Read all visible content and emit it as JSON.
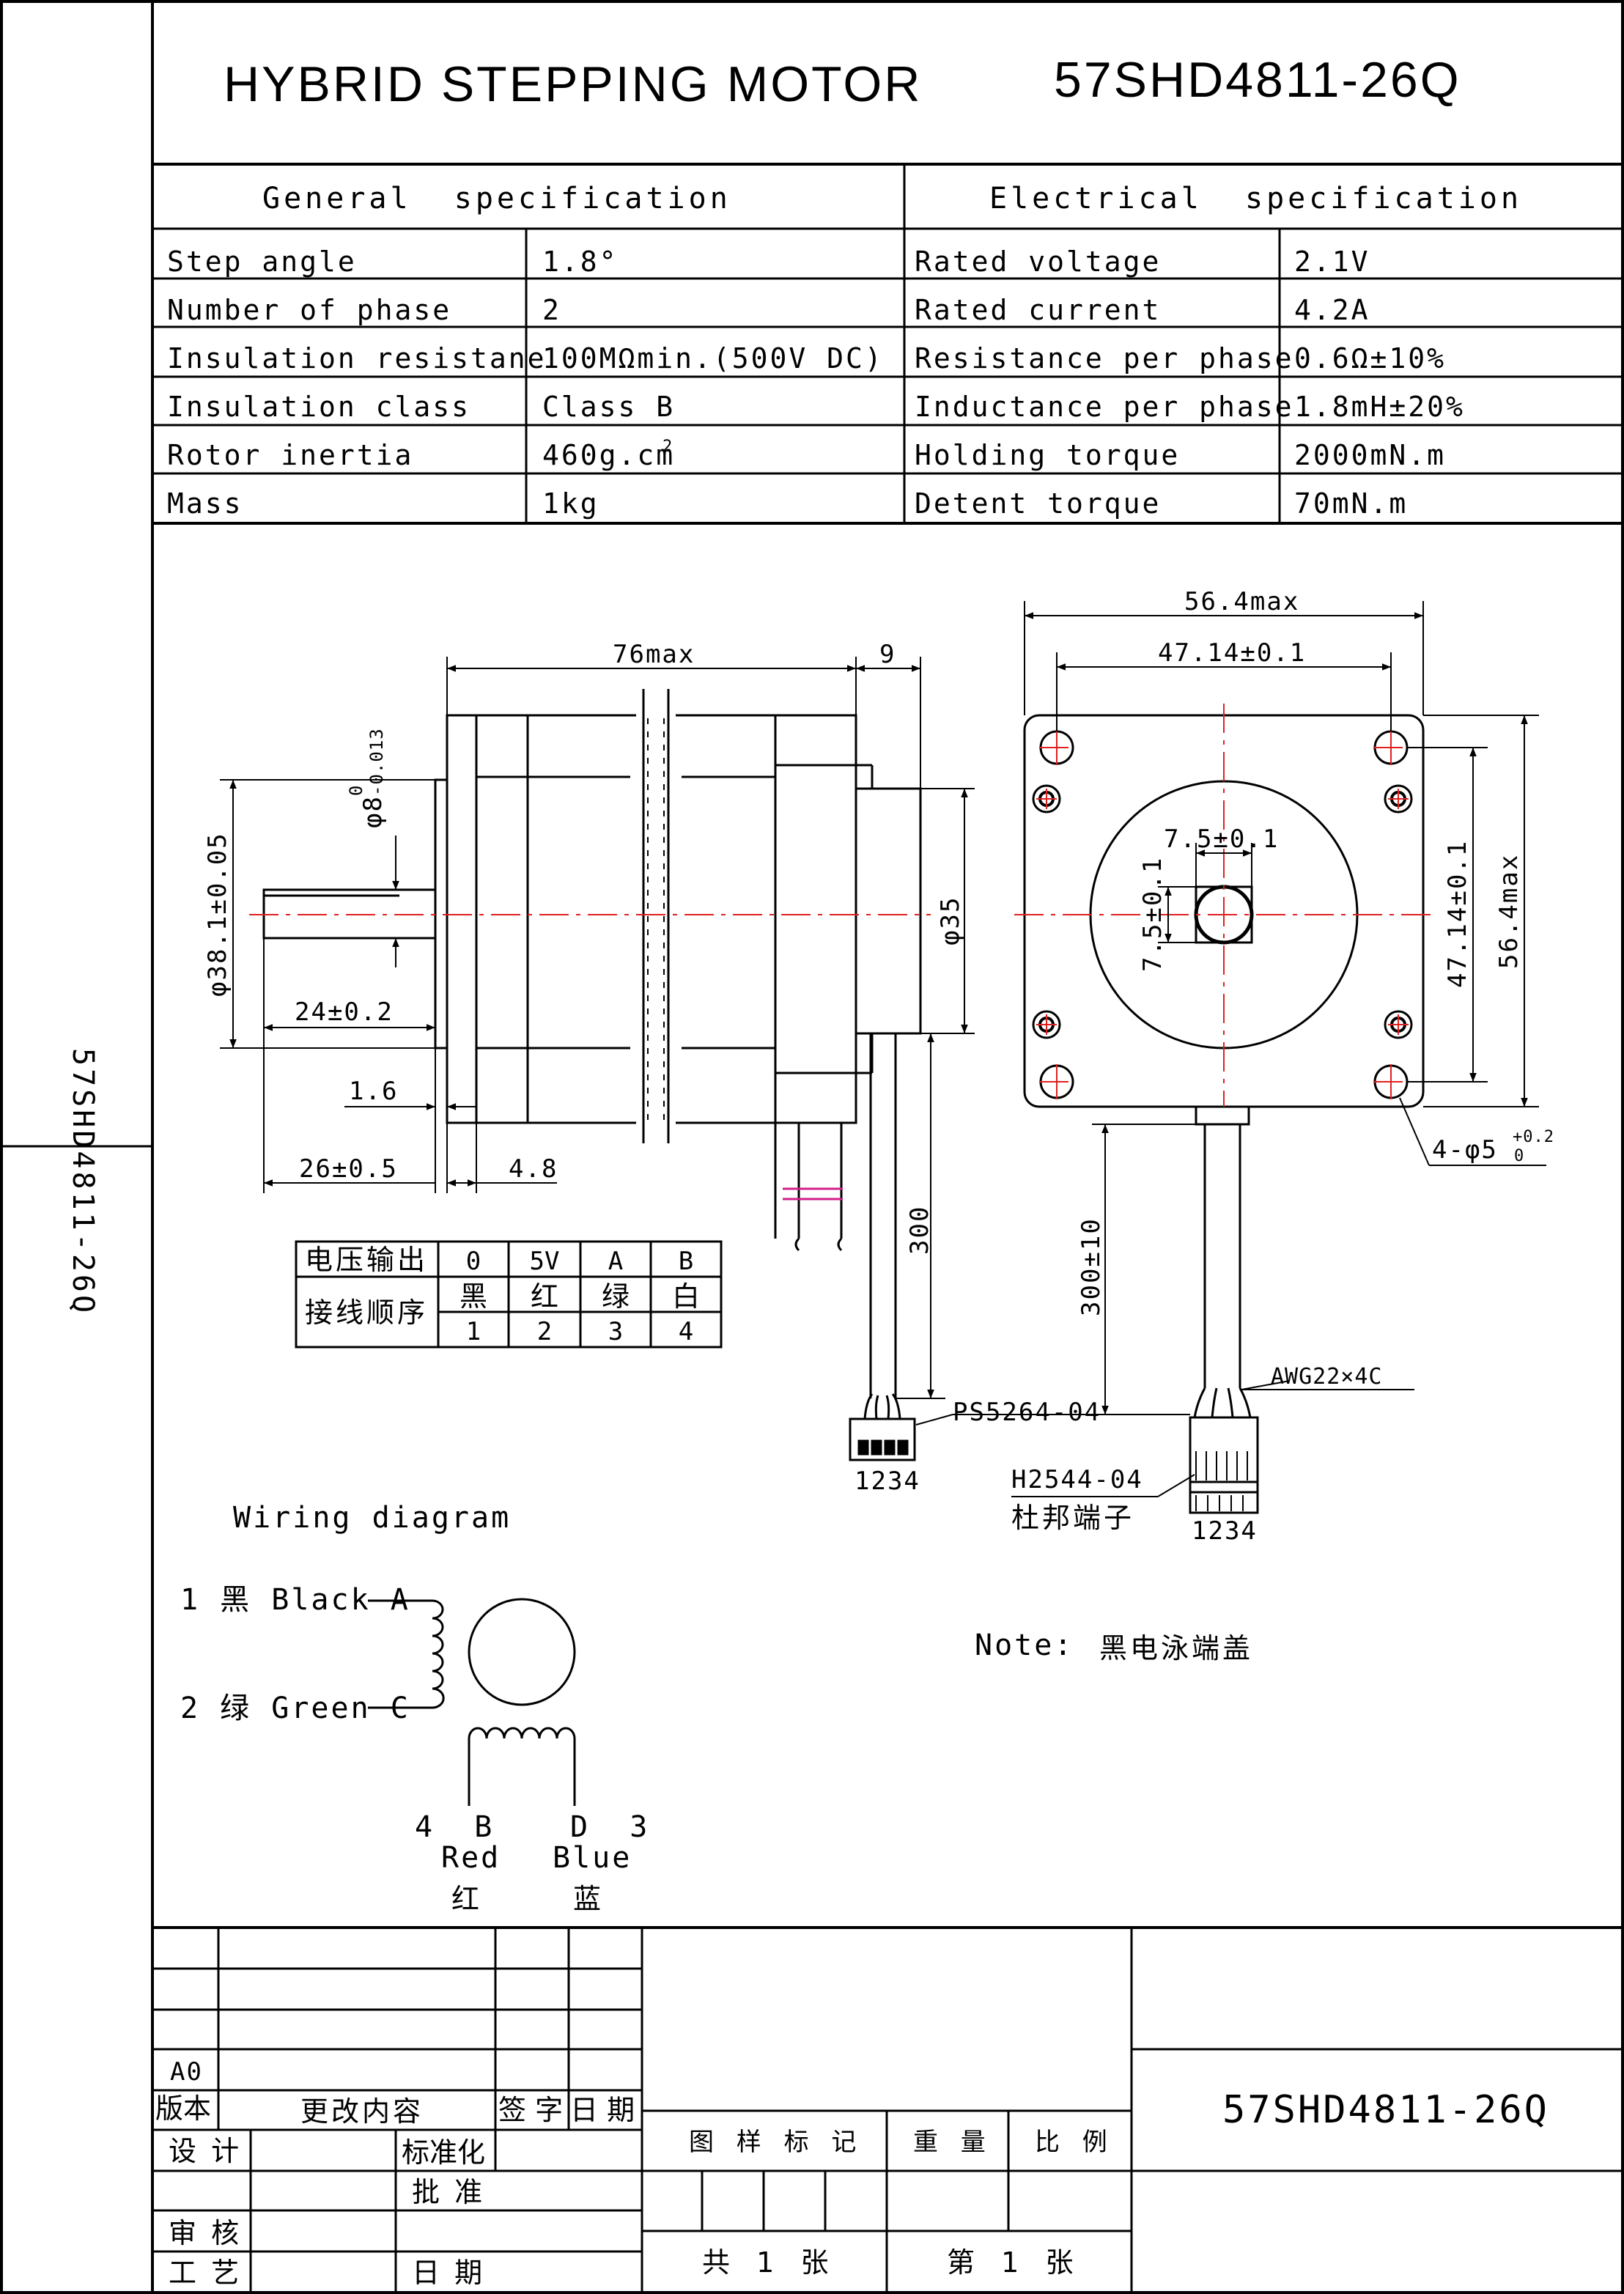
{
  "title": {
    "product": "HYBRID STEPPING MOTOR",
    "model": "57SHD4811-26Q",
    "side_model": "57SHD4811-26Q"
  },
  "spec_table": {
    "general_header": "General  specification",
    "electrical_header": "Electrical  specification",
    "rows": [
      {
        "g_label": "Step angle",
        "g_value": "1.8°",
        "e_label": "Rated voltage",
        "e_value": "2.1V"
      },
      {
        "g_label": "Number of phase",
        "g_value": "2",
        "e_label": "Rated current",
        "e_value": "4.2A"
      },
      {
        "g_label": "Insulation resistane",
        "g_value": "100MΩmin.(500V DC)",
        "e_label": "Resistance per phase",
        "e_value": "0.6Ω±10%"
      },
      {
        "g_label": "Insulation class",
        "g_value": "Class B",
        "e_label": "Inductance per phase",
        "e_value": "1.8mH±20%"
      },
      {
        "g_label": "Rotor inertia",
        "g_value": "460g.cm",
        "g_value_sup": "2",
        "e_label": "Holding torque",
        "e_value": "2000mN.m"
      },
      {
        "g_label": "Mass",
        "g_value": "1kg",
        "e_label": "Detent torque",
        "e_value": "70mN.m"
      }
    ]
  },
  "side_view": {
    "length": "76max",
    "flange_step": "9",
    "shaft_dia_base": "φ8",
    "shaft_dia_upper": "0",
    "shaft_dia_lower": "-0.013",
    "pilot_dia": "φ38.1±0.05",
    "shaft_flat": "24±0.2",
    "pilot_height": "1.6",
    "shaft_length": "26±0.5",
    "flange_thickness": "4.8",
    "boss_dia": "φ35",
    "lead_length": "300",
    "connector": "PS5264-04",
    "connector_pins": "1234"
  },
  "front_view": {
    "outer_width": "56.4max",
    "hole_spacing_h": "47.14±0.1",
    "hole_spacing_v": "47.14±0.1",
    "outer_height": "56.4max",
    "key_h": "7.5±0.1",
    "key_v": "7.5±0.1",
    "holes_base": "4-φ5",
    "holes_upper": "+0.2",
    "holes_lower": "0",
    "lead_length": "300±10",
    "cable": "AWG22×4C",
    "connector": "H2544-04",
    "connector_cn": "杜邦端子",
    "connector_pins": "1234"
  },
  "pin_table": {
    "row1_label": "电压输出",
    "row2_label": "接线顺序",
    "columns": [
      {
        "volt": "0",
        "color": "黑",
        "num": "1"
      },
      {
        "volt": "5V",
        "color": "红",
        "num": "2"
      },
      {
        "volt": "A",
        "color": "绿",
        "num": "3"
      },
      {
        "volt": "B",
        "color": "白",
        "num": "4"
      }
    ]
  },
  "wiring": {
    "title": "Wiring diagram",
    "wire1": "1 黑 Black A",
    "wire2": "2 绿 Green C",
    "wire4_top": "4  B",
    "wire4_en": "Red",
    "wire4_cn": "红",
    "wire3_top": "D  3",
    "wire3_en": "Blue",
    "wire3_cn": "蓝"
  },
  "note": {
    "label": "Note:",
    "text": "黑电泳端盖"
  },
  "title_block": {
    "rev_a0": "A0",
    "col_version": "版本",
    "col_change": "更改内容",
    "col_sign": "签 字",
    "col_date": "日 期",
    "design": "设 计",
    "standardize": "标准化",
    "approve": "批 准",
    "review": "审 核",
    "process": "工 艺",
    "date": "日 期",
    "drawing_mark": "图 样 标 记",
    "weight": "重 量",
    "scale": "比 例",
    "total_sheets": "共  1  张",
    "sheet_no": "第  1  张",
    "model": "57SHD4811-26Q"
  }
}
